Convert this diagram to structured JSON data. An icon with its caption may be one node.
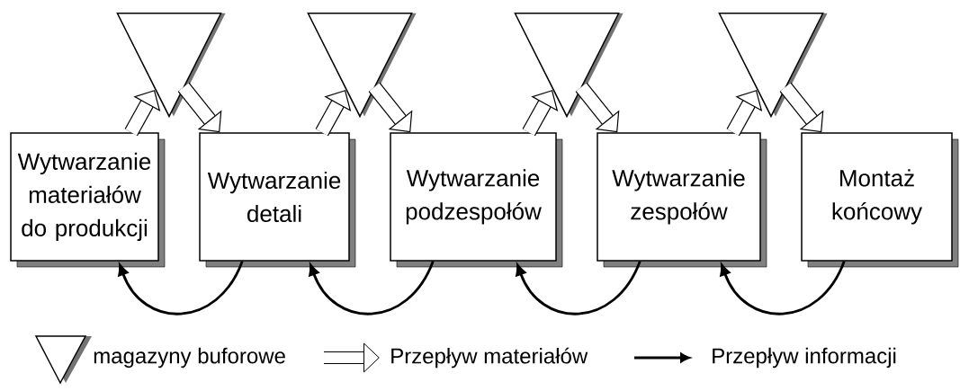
{
  "diagram": {
    "nodes": [
      {
        "text": [
          "Wytwarzanie materiałów do produkcji"
        ]
      },
      {
        "text": [],
        "shape": "triangle"
      },
      {
        "text": [
          "Wytwarzanie detali"
        ]
      },
      {
        "text": [],
        "shape": "triangle"
      },
      {
        "text": [
          "Wytwarzanie podzespołów"
        ]
      },
      {
        "text": [],
        "shape": "triangle"
      },
      {
        "text": [
          "Wytwarzanie zespołów"
        ]
      },
      {
        "text": [],
        "shape": "triangle"
      },
      {
        "text": [
          "Montaż końcowy"
        ]
      }
    ],
    "edges": [
      {
        "from": 0,
        "to": 1,
        "arrow": "to"
      },
      {
        "from": 1,
        "to": 2,
        "arrow": "to"
      },
      {
        "from": 2,
        "to": 3,
        "arrow": "to"
      },
      {
        "from": 3,
        "to": 4,
        "arrow": "to"
      },
      {
        "from": 4,
        "to": 5,
        "arrow": "to"
      },
      {
        "from": 5,
        "to": 6,
        "arrow": "to"
      },
      {
        "from": 6,
        "to": 7,
        "arrow": "to"
      },
      {
        "from": 7,
        "to": 8,
        "arrow": "to"
      },
      {
        "from": 2,
        "to": 0,
        "arrow": "to"
      },
      {
        "from": 4,
        "to": 2,
        "arrow": "to"
      },
      {
        "from": 6,
        "to": 4,
        "arrow": "to"
      },
      {
        "from": 8,
        "to": 6,
        "arrow": "to"
      }
    ],
    "legend": [
      {
        "text": "magazyny buforowe"
      },
      {
        "text": "Przepływ materiałów"
      },
      {
        "text": "Przepływ informacji"
      }
    ]
  }
}
